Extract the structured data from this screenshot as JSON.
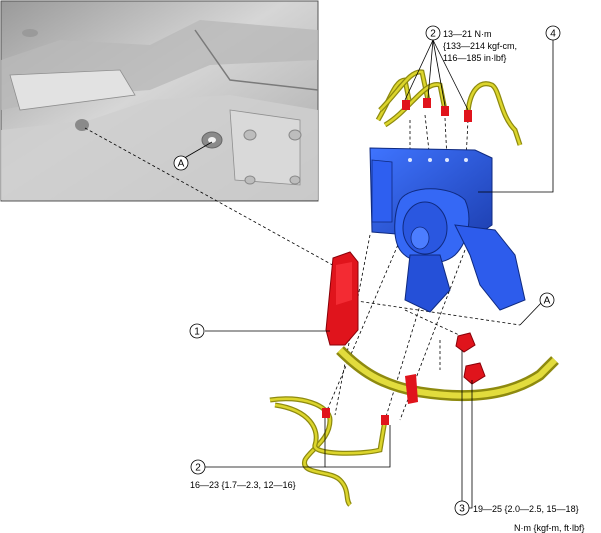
{
  "callouts": {
    "c1": "1",
    "c2_top": "2",
    "c2_bottom": "2",
    "c3": "3",
    "c4": "4",
    "a_left": "A",
    "a_right": "A"
  },
  "torques": {
    "top_line1": "13—21 N·m",
    "top_line2": "{133—214 kgf-cm,",
    "top_line3": "116—185 in·lbf}",
    "bottom_left": "16—23 {1.7—2.3, 12—16}",
    "bottom_right": "19—25 {2.0—2.5, 15—18}",
    "units": "N·m {kgf-m, ft·lbf}"
  },
  "colors": {
    "unit_blue": "#2456d6",
    "part_red": "#e0141c",
    "pipe_yellow": "#c9c21a",
    "body_gray": "#c4c4c4"
  }
}
